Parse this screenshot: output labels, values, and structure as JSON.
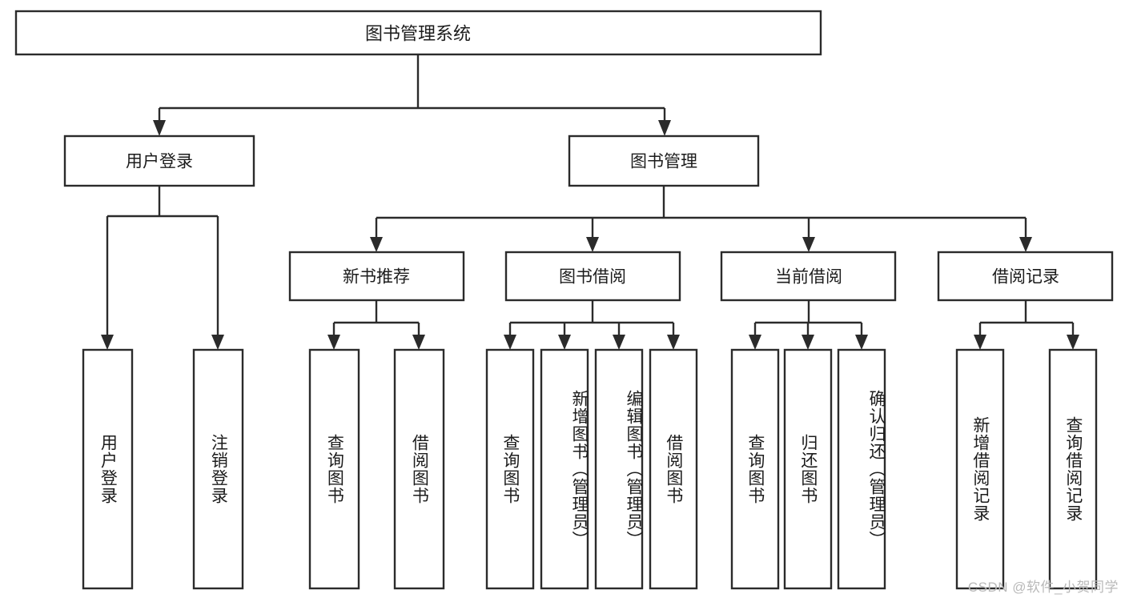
{
  "diagram": {
    "title": "图书管理系统",
    "watermark": "CSDN @软件_小贺同学",
    "type": "tree-hierarchy-diagram",
    "colors": {
      "box_stroke": "#2b2b2b",
      "box_fill": "#ffffff",
      "text": "#1c1c1c",
      "watermark": "#b9b9b9",
      "background": "#ffffff"
    },
    "nodes": {
      "root": {
        "label": "图书管理系统",
        "level": 1,
        "orientation": "horizontal"
      },
      "l2_user_login": {
        "label": "用户登录",
        "level": 2,
        "orientation": "horizontal"
      },
      "l2_book_manage": {
        "label": "图书管理",
        "level": 2,
        "orientation": "horizontal"
      },
      "l3_new_book_rec": {
        "label": "新书推荐",
        "level": 3,
        "orientation": "horizontal"
      },
      "l3_book_borrow": {
        "label": "图书借阅",
        "level": 3,
        "orientation": "horizontal"
      },
      "l3_current_borrow": {
        "label": "当前借阅",
        "level": 3,
        "orientation": "horizontal"
      },
      "l3_borrow_record": {
        "label": "借阅记录",
        "level": 3,
        "orientation": "horizontal"
      },
      "leaf_user_login": {
        "label": "用户登录",
        "level": 3,
        "orientation": "vertical"
      },
      "leaf_logout": {
        "label": "注销登录",
        "level": 3,
        "orientation": "vertical"
      },
      "leaf_query_book_1": {
        "label": "查询图书",
        "level": 4,
        "orientation": "vertical"
      },
      "leaf_borrow_book_1": {
        "label": "借阅图书",
        "level": 4,
        "orientation": "vertical"
      },
      "leaf_query_book_2": {
        "label": "查询图书",
        "level": 4,
        "orientation": "vertical"
      },
      "leaf_add_book": {
        "label": "新增图书（管理员）",
        "level": 4,
        "orientation": "vertical"
      },
      "leaf_edit_book": {
        "label": "编辑图书（管理员）",
        "level": 4,
        "orientation": "vertical"
      },
      "leaf_borrow_book_2": {
        "label": "借阅图书",
        "level": 4,
        "orientation": "vertical"
      },
      "leaf_query_book_3": {
        "label": "查询图书",
        "level": 4,
        "orientation": "vertical"
      },
      "leaf_return_book": {
        "label": "归还图书",
        "level": 4,
        "orientation": "vertical"
      },
      "leaf_confirm_return": {
        "label": "确认归还（管理员）",
        "level": 4,
        "orientation": "vertical"
      },
      "leaf_add_record": {
        "label": "新增借阅记录",
        "level": 4,
        "orientation": "vertical"
      },
      "leaf_query_record": {
        "label": "查询借阅记录",
        "level": 4,
        "orientation": "vertical"
      }
    },
    "edges": [
      {
        "from": "root",
        "to": "l2_user_login"
      },
      {
        "from": "root",
        "to": "l2_book_manage"
      },
      {
        "from": "l2_user_login",
        "to": "leaf_user_login"
      },
      {
        "from": "l2_user_login",
        "to": "leaf_logout"
      },
      {
        "from": "l2_book_manage",
        "to": "l3_new_book_rec"
      },
      {
        "from": "l2_book_manage",
        "to": "l3_book_borrow"
      },
      {
        "from": "l2_book_manage",
        "to": "l3_current_borrow"
      },
      {
        "from": "l2_book_manage",
        "to": "l3_borrow_record"
      },
      {
        "from": "l3_new_book_rec",
        "to": "leaf_query_book_1"
      },
      {
        "from": "l3_new_book_rec",
        "to": "leaf_borrow_book_1"
      },
      {
        "from": "l3_book_borrow",
        "to": "leaf_query_book_2"
      },
      {
        "from": "l3_book_borrow",
        "to": "leaf_add_book"
      },
      {
        "from": "l3_book_borrow",
        "to": "leaf_edit_book"
      },
      {
        "from": "l3_book_borrow",
        "to": "leaf_borrow_book_2"
      },
      {
        "from": "l3_current_borrow",
        "to": "leaf_query_book_3"
      },
      {
        "from": "l3_current_borrow",
        "to": "leaf_return_book"
      },
      {
        "from": "l3_current_borrow",
        "to": "leaf_confirm_return"
      },
      {
        "from": "l3_borrow_record",
        "to": "leaf_add_record"
      },
      {
        "from": "l3_borrow_record",
        "to": "leaf_query_record"
      }
    ]
  }
}
